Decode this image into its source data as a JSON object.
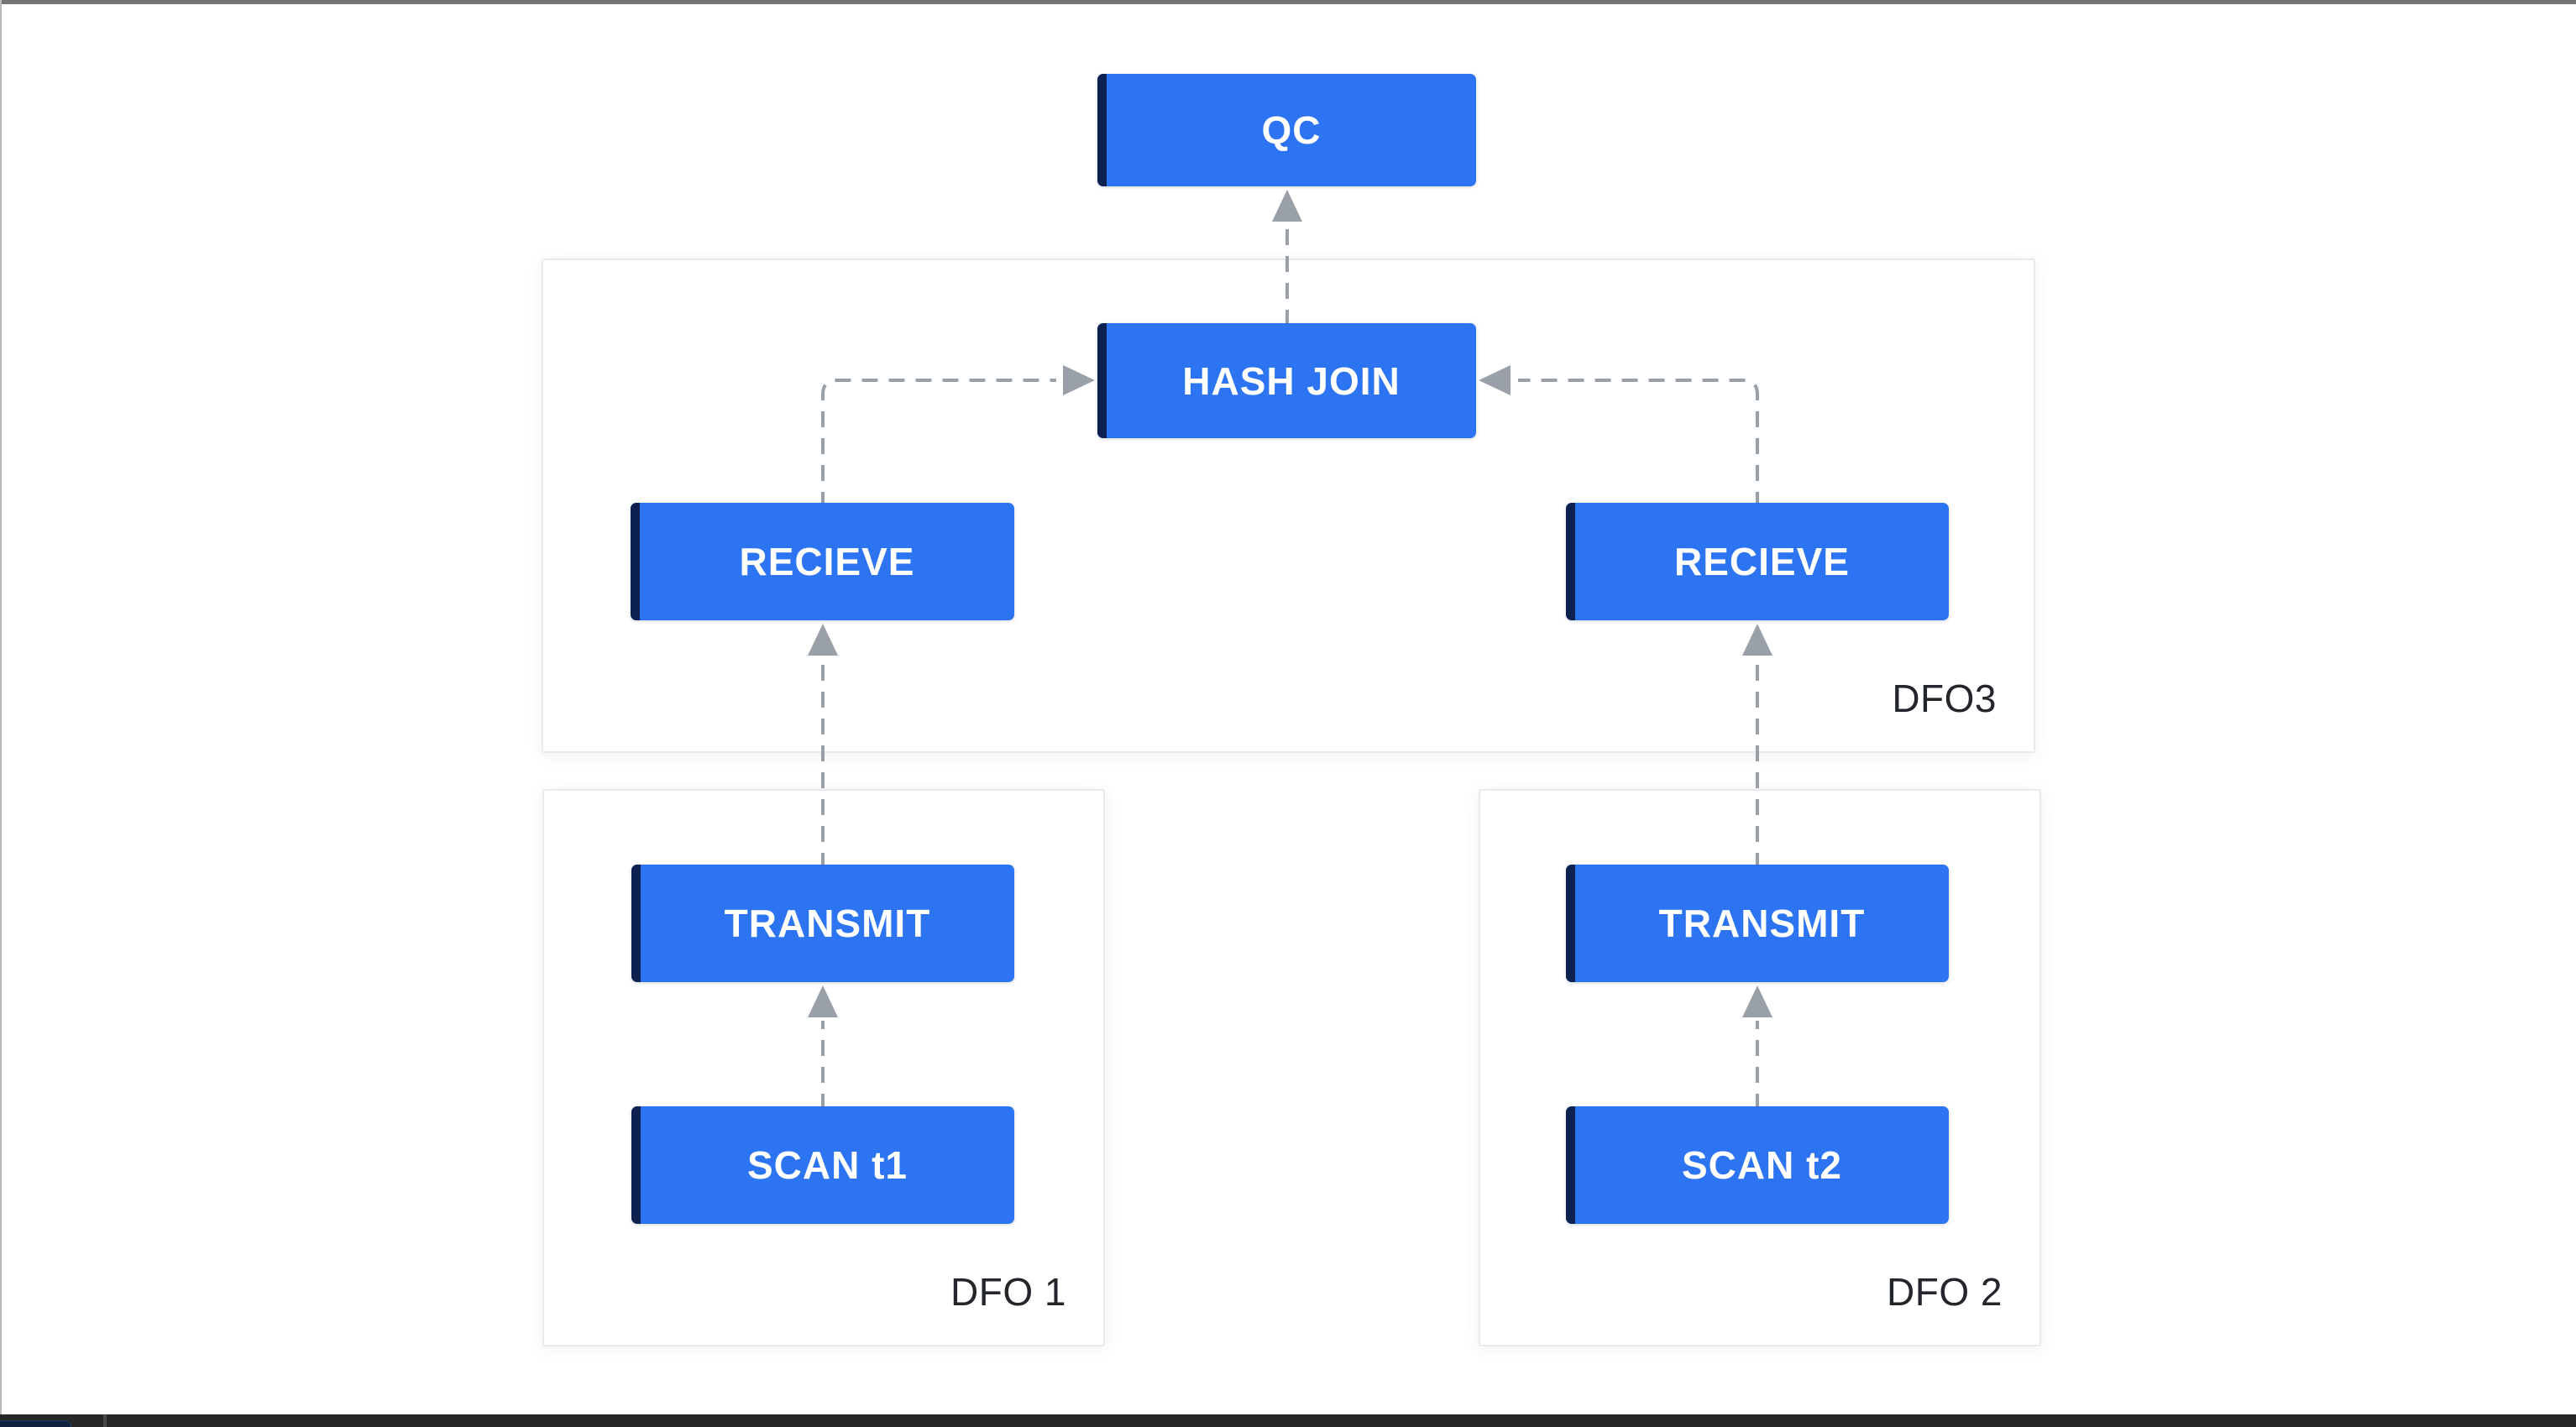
{
  "diagram": {
    "type": "query-plan-dfo-flow",
    "nodes": {
      "qc": {
        "label": "QC"
      },
      "hash_join": {
        "label": "HASH JOIN"
      },
      "receive_left": {
        "label": "RECIEVE"
      },
      "receive_right": {
        "label": "RECIEVE"
      },
      "transmit_left": {
        "label": "TRANSMIT"
      },
      "transmit_right": {
        "label": "TRANSMIT"
      },
      "scan_t1": {
        "label": "SCAN t1"
      },
      "scan_t2": {
        "label": "SCAN t2"
      }
    },
    "containers": {
      "dfo3": {
        "label": "DFO3"
      },
      "dfo1": {
        "label": "DFO 1"
      },
      "dfo2": {
        "label": "DFO 2"
      }
    },
    "edges": [
      {
        "from": "hash_join",
        "to": "qc"
      },
      {
        "from": "receive_left",
        "to": "hash_join"
      },
      {
        "from": "receive_right",
        "to": "hash_join"
      },
      {
        "from": "transmit_left",
        "to": "receive_left"
      },
      {
        "from": "transmit_right",
        "to": "receive_right"
      },
      {
        "from": "scan_t1",
        "to": "transmit_left"
      },
      {
        "from": "scan_t2",
        "to": "transmit_right"
      }
    ],
    "colors": {
      "node_fill": "#2d74f2",
      "node_accent_strip": "#0d2150",
      "node_text": "#ffffff",
      "connector": "#99a0a8",
      "container_border": "#e8eaee",
      "container_label_text": "#23262b",
      "top_edge": "#737373",
      "bottom_bar": "#272727",
      "bottom_nub": "#10203f"
    }
  }
}
